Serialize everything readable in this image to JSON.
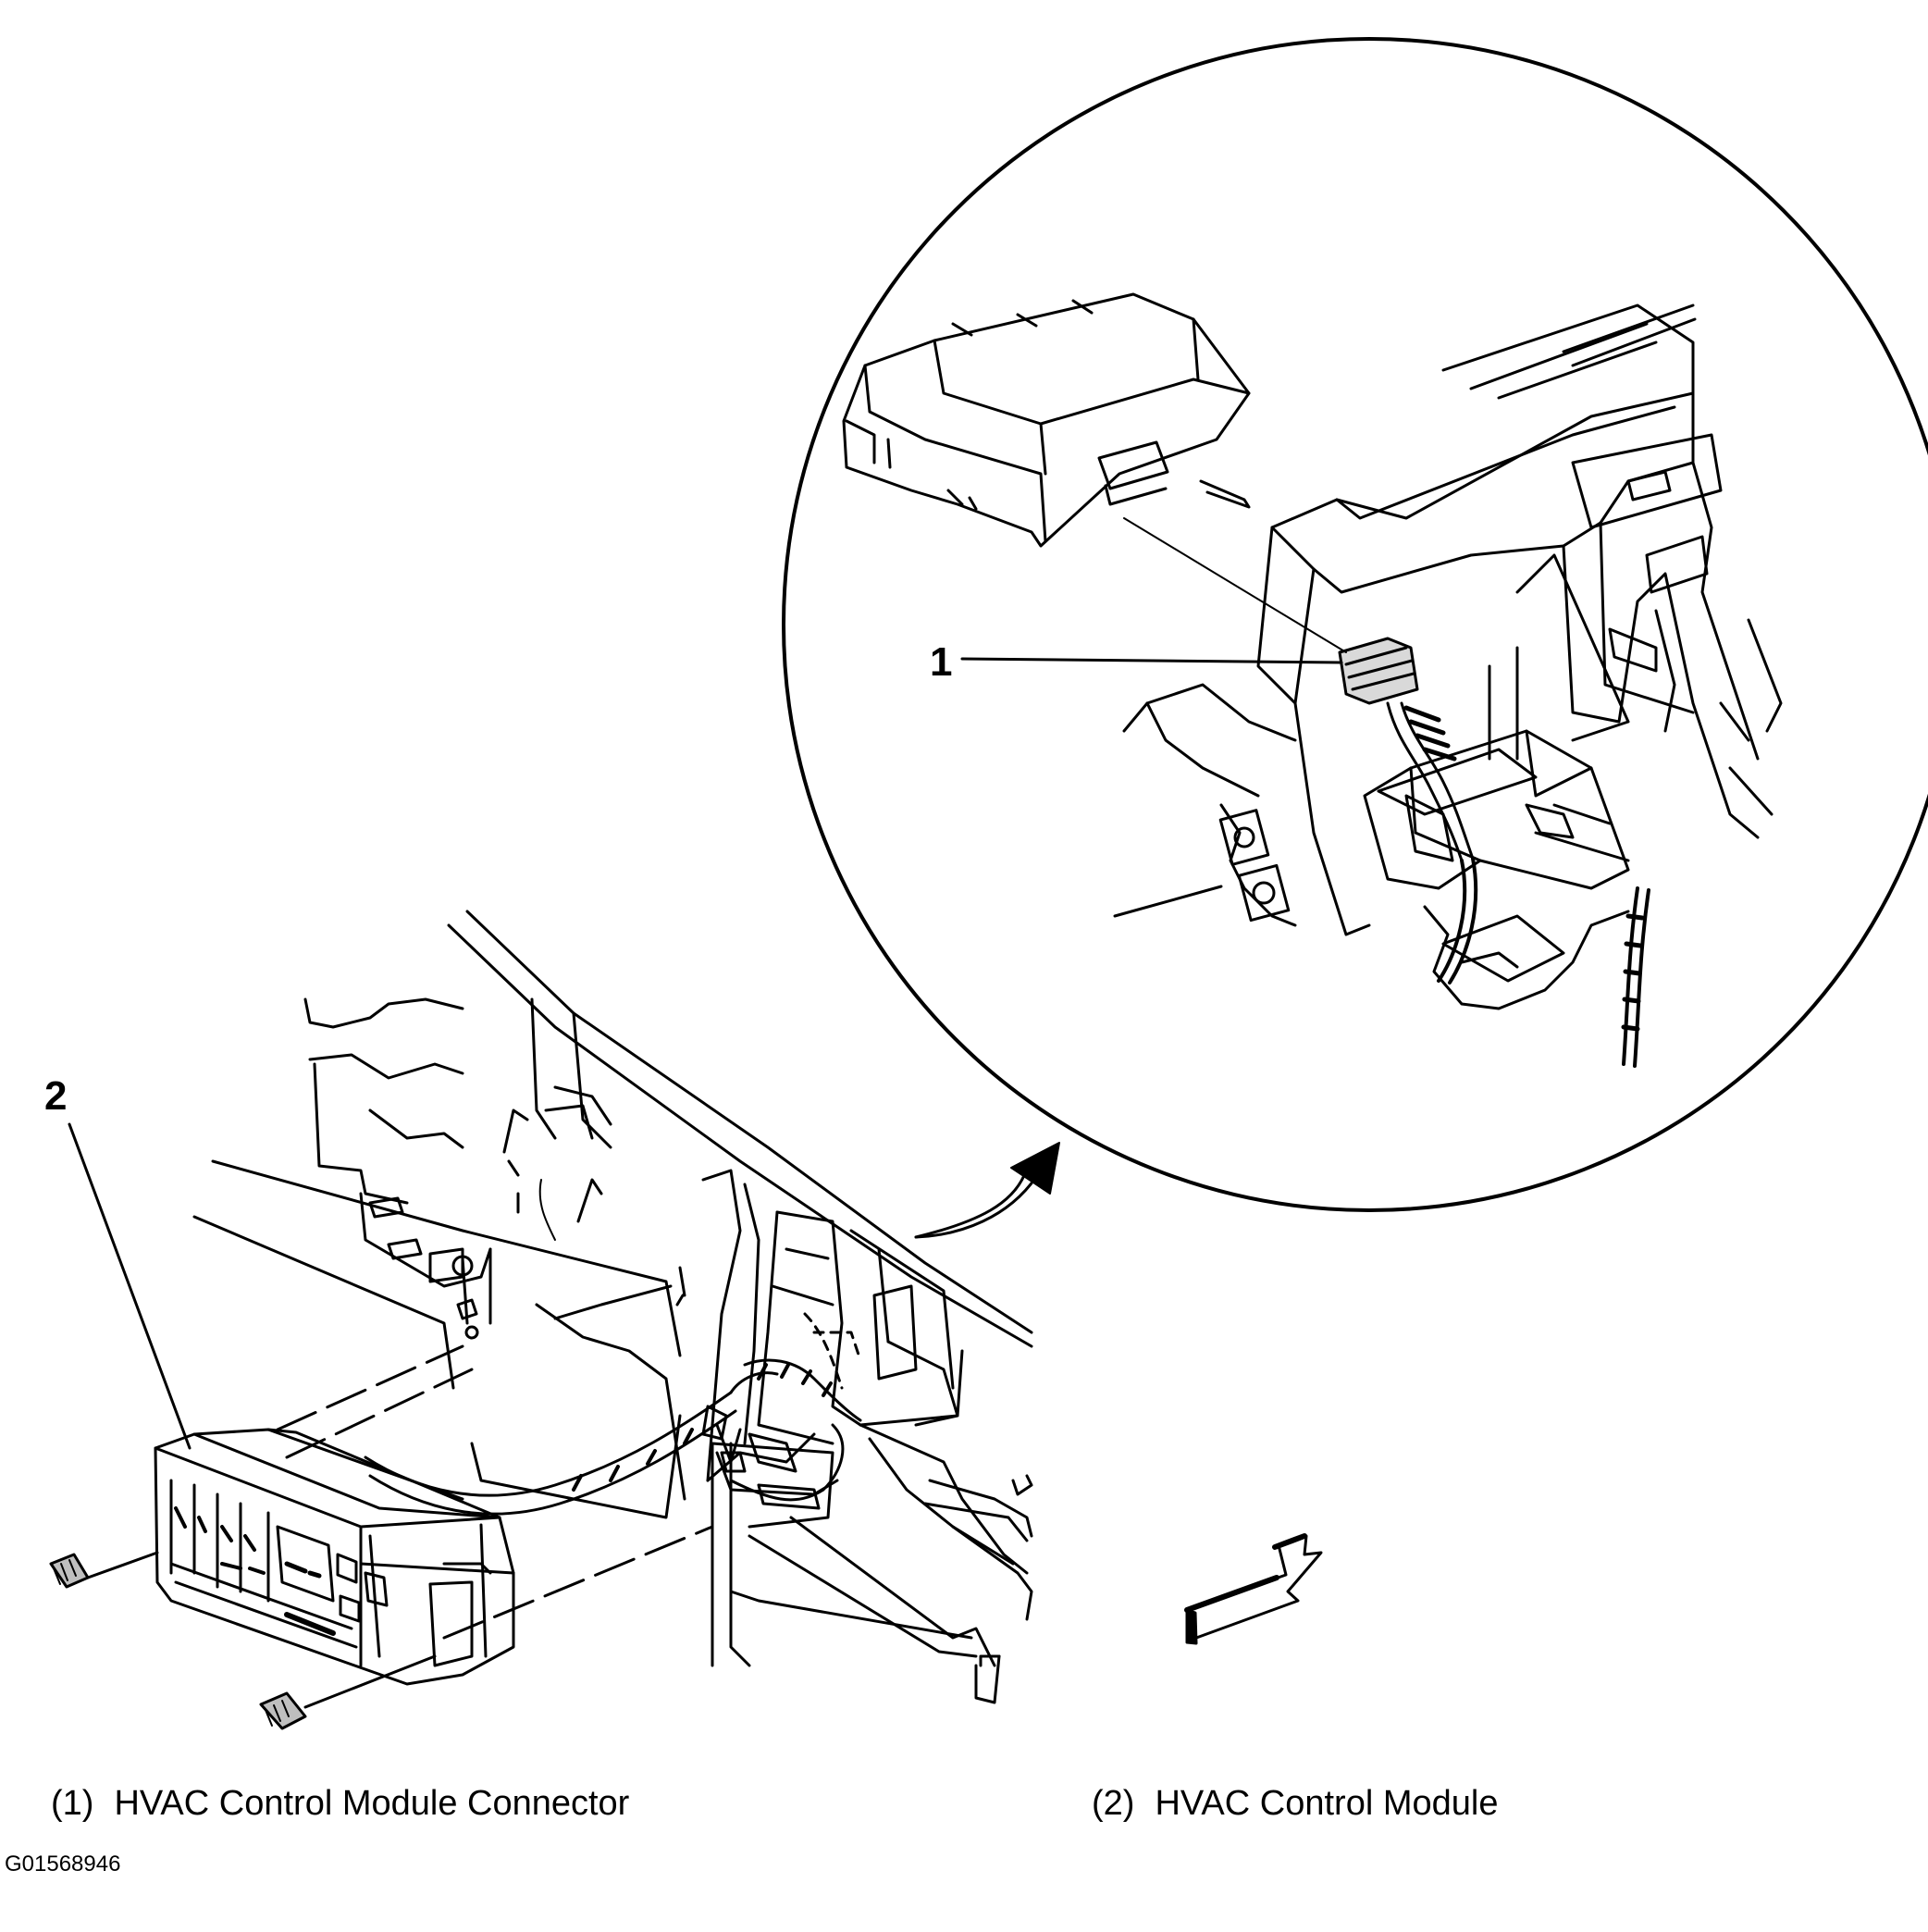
{
  "callouts": {
    "c1": "1",
    "c2": "2"
  },
  "legend": [
    {
      "number": "(1)",
      "text": "HVAC Control Module Connector"
    },
    {
      "number": "(2)",
      "text": "HVAC Control Module"
    }
  ],
  "figure_id": "G01568946",
  "colors": {
    "ink": "#000000",
    "paper": "#ffffff"
  }
}
